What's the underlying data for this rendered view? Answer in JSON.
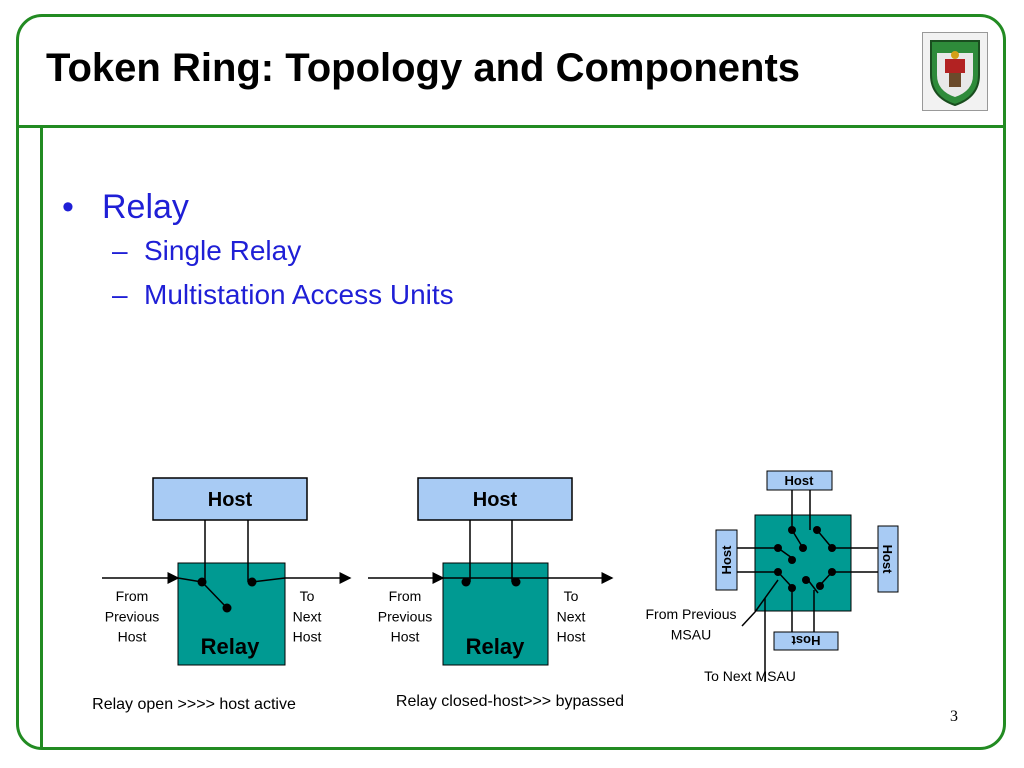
{
  "slide": {
    "title": "Token Ring: Topology and Components",
    "page_number": "3",
    "colors": {
      "accent": "#228B22",
      "bullet_text": "#1f1fd6",
      "host_fill": "#a8cbf4",
      "relay_fill": "#009a92"
    }
  },
  "bullets": {
    "main": "Relay",
    "sub": [
      "Single Relay",
      "Multistation Access Units"
    ]
  },
  "relay_open": {
    "host_label": "Host",
    "relay_label": "Relay",
    "from_label": "From\nPrevious\nHost",
    "to_label": "To\nNext\nHost",
    "caption": "Relay open >>>> host active"
  },
  "relay_closed": {
    "host_label": "Host",
    "relay_label": "Relay",
    "from_label": "From\nPrevious\nHost",
    "to_label": "To\nNext\nHost",
    "caption": "Relay closed-host>>> bypassed"
  },
  "msau": {
    "host_top": "Host",
    "host_left": "Host",
    "host_right": "Host",
    "host_bottom": "Host",
    "from_label": "From Previous\nMSAU",
    "to_label": "To Next MSAU"
  }
}
